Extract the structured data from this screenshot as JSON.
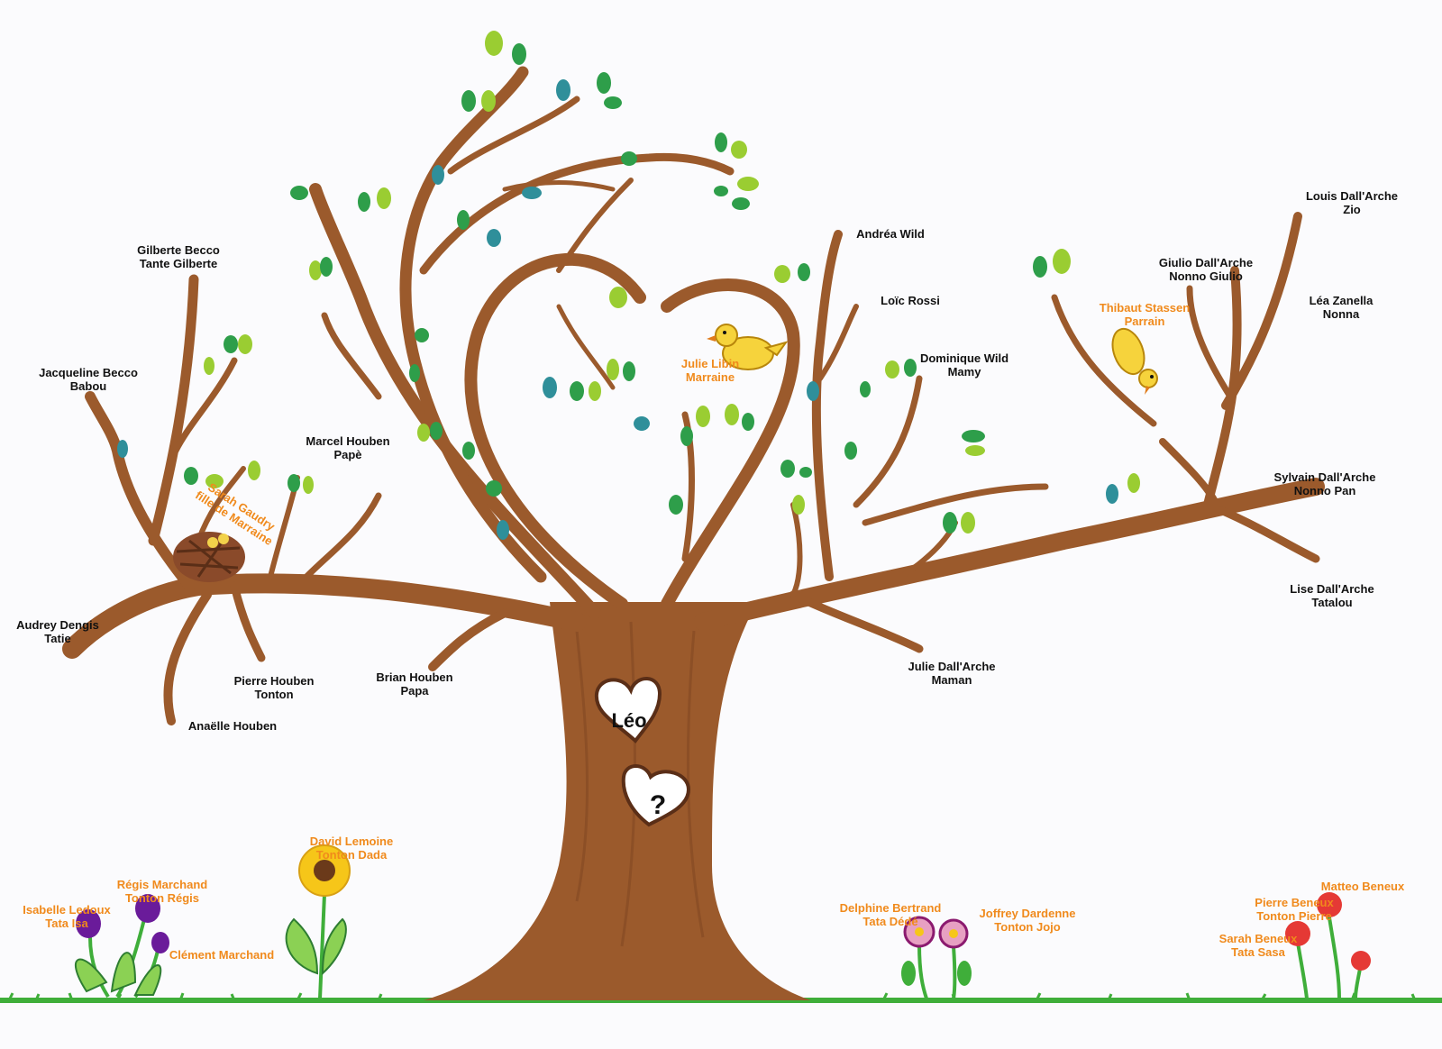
{
  "colors": {
    "trunk": "#9b5a2c",
    "trunk_dark": "#7d4420",
    "leaf_light": "#9acd32",
    "leaf_green": "#2e9e4a",
    "leaf_teal": "#2f8f9a",
    "ground": "#3fae3a",
    "text_black": "#111111",
    "text_orange": "#f08a1c"
  },
  "hearts": {
    "top": "Léo",
    "bottom": "?"
  },
  "people": [
    {
      "id": "gilberte-becco",
      "name": "Gilberte Becco",
      "role": "Tante Gilberte",
      "color": "black"
    },
    {
      "id": "jacqueline-becco",
      "name": "Jacqueline Becco",
      "role": "Babou",
      "color": "black"
    },
    {
      "id": "sarah-gaudry",
      "name": "Sarah Gaudry",
      "role": "fille de Marraine",
      "color": "orange"
    },
    {
      "id": "audrey-dengis",
      "name": "Audrey Dengis",
      "role": "Tatie",
      "color": "black"
    },
    {
      "id": "pierre-houben",
      "name": "Pierre Houben",
      "role": "Tonton",
      "color": "black"
    },
    {
      "id": "anaelle-houben",
      "name": "Anaëlle Houben",
      "role": "",
      "color": "black"
    },
    {
      "id": "marcel-houben",
      "name": "Marcel Houben",
      "role": "Papè",
      "color": "black"
    },
    {
      "id": "brian-houben",
      "name": "Brian Houben",
      "role": "Papa",
      "color": "black"
    },
    {
      "id": "julie-libin",
      "name": "Julie Libin",
      "role": "Marraine",
      "color": "orange"
    },
    {
      "id": "andrea-wild",
      "name": "Andréa Wild",
      "role": "",
      "color": "black"
    },
    {
      "id": "loic-rossi",
      "name": "Loïc Rossi",
      "role": "",
      "color": "black"
    },
    {
      "id": "dominique-wild",
      "name": "Dominique Wild",
      "role": "Mamy",
      "color": "black"
    },
    {
      "id": "julie-dallarche",
      "name": "Julie Dall'Arche",
      "role": "Maman",
      "color": "black"
    },
    {
      "id": "louis-dallarche",
      "name": "Louis Dall'Arche",
      "role": "Zio",
      "color": "black"
    },
    {
      "id": "giulio-dallarche",
      "name": "Giulio Dall'Arche",
      "role": "Nonno Giulio",
      "color": "black"
    },
    {
      "id": "thibaut-stassen",
      "name": "Thibaut Stassen",
      "role": "Parrain",
      "color": "orange"
    },
    {
      "id": "lea-zanella",
      "name": "Léa Zanella",
      "role": "Nonna",
      "color": "black"
    },
    {
      "id": "sylvain-dallarche",
      "name": "Sylvain Dall'Arche",
      "role": "Nonno Pan",
      "color": "black"
    },
    {
      "id": "lise-dallarche",
      "name": "Lise Dall'Arche",
      "role": "Tatalou",
      "color": "black"
    },
    {
      "id": "david-lemoine",
      "name": "David Lemoine",
      "role": "Tonton Dada",
      "color": "orange"
    },
    {
      "id": "regis-marchand",
      "name": "Régis Marchand",
      "role": "Tonton Régis",
      "color": "orange"
    },
    {
      "id": "isabelle-ledoux",
      "name": "Isabelle Ledoux",
      "role": "Tata Isa",
      "color": "orange"
    },
    {
      "id": "clement-marchand",
      "name": "Clément Marchand",
      "role": "",
      "color": "orange"
    },
    {
      "id": "delphine-bertrand",
      "name": "Delphine Bertrand",
      "role": "Tata Dédé",
      "color": "orange"
    },
    {
      "id": "joffrey-dardenne",
      "name": "Joffrey Dardenne",
      "role": "Tonton Jojo",
      "color": "orange"
    },
    {
      "id": "matteo-beneux",
      "name": "Matteo Beneux",
      "role": "",
      "color": "orange"
    },
    {
      "id": "pierre-beneux",
      "name": "Pierre Beneux",
      "role": "Tonton Pierre",
      "color": "orange"
    },
    {
      "id": "sarah-beneux",
      "name": "Sarah Beneux",
      "role": "Tata Sasa",
      "color": "orange"
    }
  ]
}
